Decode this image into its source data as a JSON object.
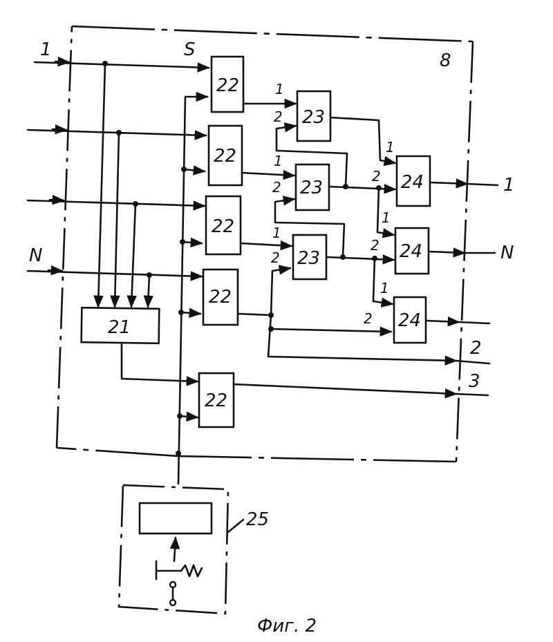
{
  "frame_label": "8",
  "bus_label": "S",
  "inputs": {
    "first": "1",
    "last": "N"
  },
  "outputs": {
    "o1": "1",
    "oN": "N",
    "o2": "2",
    "o3": "3"
  },
  "blocks": {
    "b21": "21",
    "b22": "22",
    "b23": "23",
    "b24": "24",
    "b25": "25"
  },
  "pins": {
    "p1": "1",
    "p2": "2"
  },
  "caption": "Фиг. 2"
}
